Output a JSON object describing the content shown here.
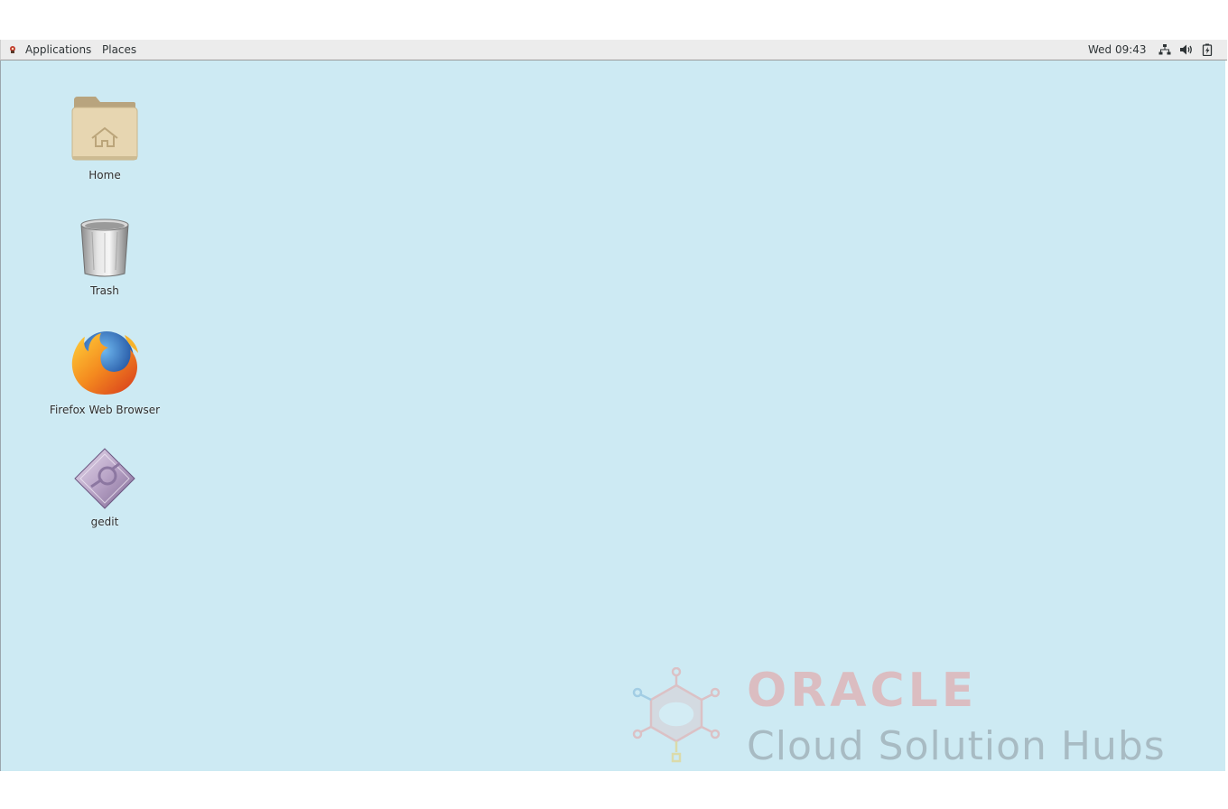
{
  "topbar": {
    "applications_label": "Applications",
    "places_label": "Places",
    "clock": "Wed 09:43",
    "tray_icons": [
      "network-icon",
      "volume-icon",
      "battery-icon"
    ]
  },
  "desktop": {
    "background_color": "#cdeaf3",
    "icons": [
      {
        "label": "Home",
        "icon": "home-folder-icon"
      },
      {
        "label": "Trash",
        "icon": "trash-icon"
      },
      {
        "label": "Firefox Web Browser",
        "icon": "firefox-icon"
      },
      {
        "label": "gedit",
        "icon": "gedit-icon"
      }
    ]
  },
  "watermark": {
    "brand": "ORACLE",
    "subtitle": "Cloud Solution Hubs",
    "brand_color": "#e79a9a"
  }
}
